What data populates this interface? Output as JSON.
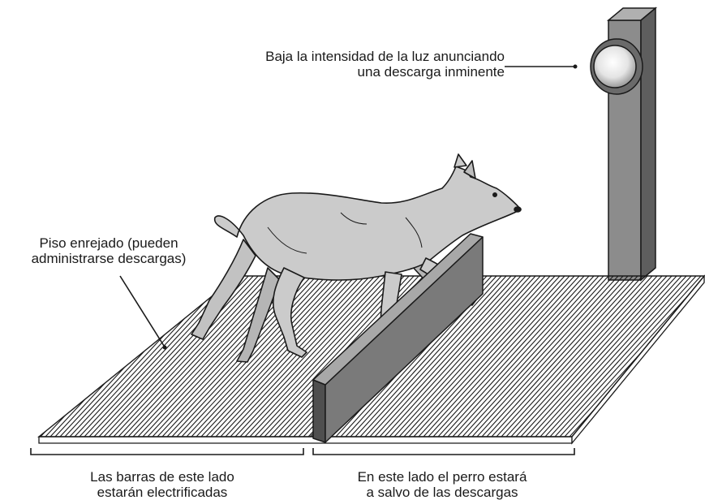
{
  "labels": {
    "light": {
      "line1": "Baja la intensidad de la luz anunciando",
      "line2": "una descarga inminente"
    },
    "floor": {
      "line1": "Piso enrejado (pueden",
      "line2": "administrarse descargas)"
    },
    "left_side": {
      "line1": "Las barras de este lado",
      "line2": "estarán electrificadas"
    },
    "right_side": {
      "line1": "En este lado el perro estará",
      "line2": "a salvo de las descargas"
    }
  },
  "colors": {
    "ink": "#1a1a1a",
    "post": "#8a8a8a",
    "post_side": "#5e5e5e",
    "barrier": "#6f6f6f",
    "dog": "#c9c9c9",
    "lamp": "#e8e8e8"
  },
  "icons": [
    "signal-light-icon",
    "dog-illustration"
  ]
}
